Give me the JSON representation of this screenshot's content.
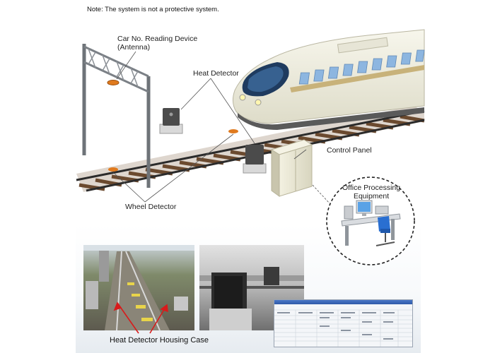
{
  "note": "Note: The system is not a protective system.",
  "labels": {
    "antenna": "Car No. Reading Device\n(Antenna)",
    "heat_detector": "Heat Detector",
    "control_panel": "Control Panel",
    "office": "Office Processing\nEquipment",
    "wheel_detector": "Wheel Detector",
    "housing_case": "Heat Detector Housing Case"
  },
  "colors": {
    "train_body": "#efeee2",
    "train_window": "#8db6e0",
    "train_stripe": "#c8b27a",
    "panel": "#ecead8",
    "chair": "#2a6fd1",
    "arrow": "#d81b1b",
    "sky_gradient_top": "#eef2f6"
  }
}
